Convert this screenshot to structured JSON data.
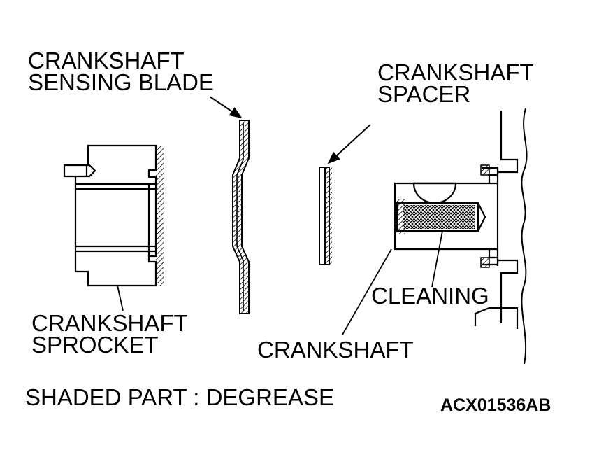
{
  "labels": {
    "sensing_blade": [
      "CRANKSHAFT",
      "SENSING BLADE"
    ],
    "spacer": [
      "CRANKSHAFT",
      "SPACER"
    ],
    "sprocket": [
      "CRANKSHAFT",
      "SPROCKET"
    ],
    "cleaning": "CLEANING",
    "crankshaft": "CRANKSHAFT",
    "note": "SHADED PART : DEGREASE",
    "figure_code": "ACX01536AB"
  },
  "colors": {
    "ink": "#000000",
    "paper": "#ffffff"
  }
}
